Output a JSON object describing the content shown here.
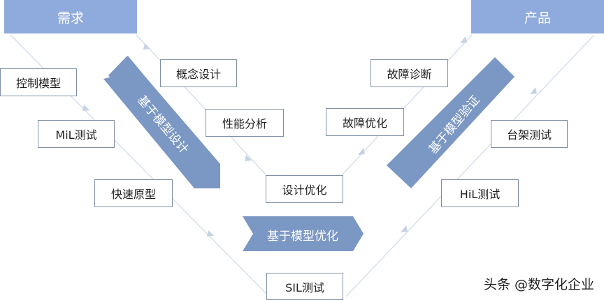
{
  "headers": {
    "left": "需求",
    "right": "产品"
  },
  "left_branch": {
    "boxes": [
      "控制模型",
      "MiL测试",
      "快速原型"
    ],
    "inner_boxes": [
      "概念设计",
      "性能分析"
    ]
  },
  "center": {
    "design_opt": "设计优化",
    "sil_test": "SIL测试"
  },
  "right_branch": {
    "inner_boxes": [
      "故障诊断",
      "故障优化"
    ],
    "boxes": [
      "台架测试",
      "HiL测试"
    ]
  },
  "arrows": {
    "model_design": "基于模型设计",
    "model_opt": "基于模型优化",
    "model_verify": "基于模型验证"
  },
  "watermark": "头条 @数字化企业",
  "colors": {
    "header_fill": "#8faadc",
    "arrow_fill": "#7b97c4",
    "line_color": "#cfd8e6",
    "box_border": "#7f8fa6"
  }
}
